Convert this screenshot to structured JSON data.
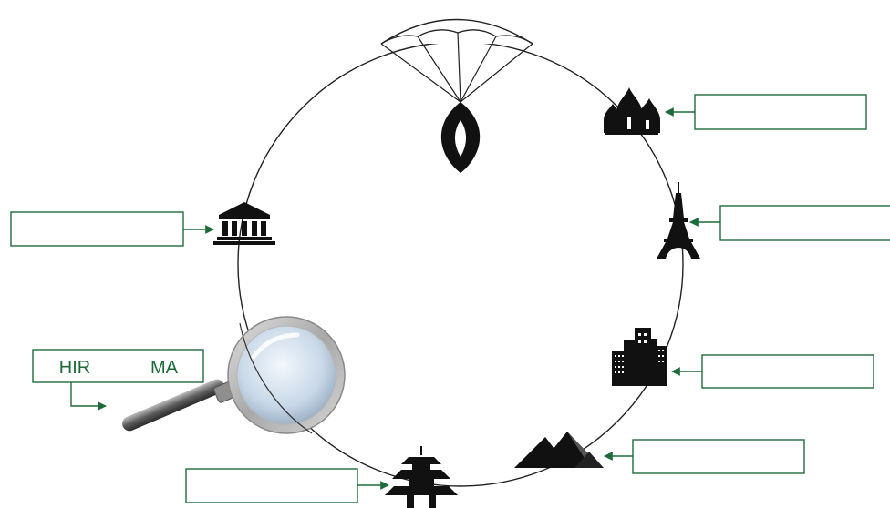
{
  "colors": {
    "accent": "#1e6b3a",
    "circle": "#222222",
    "icon": "#111111"
  },
  "label_boxes": [
    {
      "id": "box-domes",
      "text": "",
      "target_icon": "onion-domes-icon"
    },
    {
      "id": "box-eiffel",
      "text": "",
      "target_icon": "eiffel-tower-icon"
    },
    {
      "id": "box-city",
      "text": "",
      "target_icon": "skyscrapers-icon"
    },
    {
      "id": "box-pyramids",
      "text": "",
      "target_icon": "pyramids-icon"
    },
    {
      "id": "box-pagoda",
      "text": "",
      "target_icon": "pagoda-icon"
    },
    {
      "id": "box-temple",
      "text": "",
      "target_icon": "greek-temple-icon"
    }
  ],
  "hint_box": {
    "left_text": "HIR",
    "right_text": "MA",
    "target_icon": "magnifying-glass-icon"
  },
  "icons": [
    "parachute-icon",
    "onion-domes-icon",
    "eiffel-tower-icon",
    "skyscrapers-icon",
    "pyramids-icon",
    "pagoda-icon",
    "magnifying-glass-icon",
    "greek-temple-icon"
  ]
}
